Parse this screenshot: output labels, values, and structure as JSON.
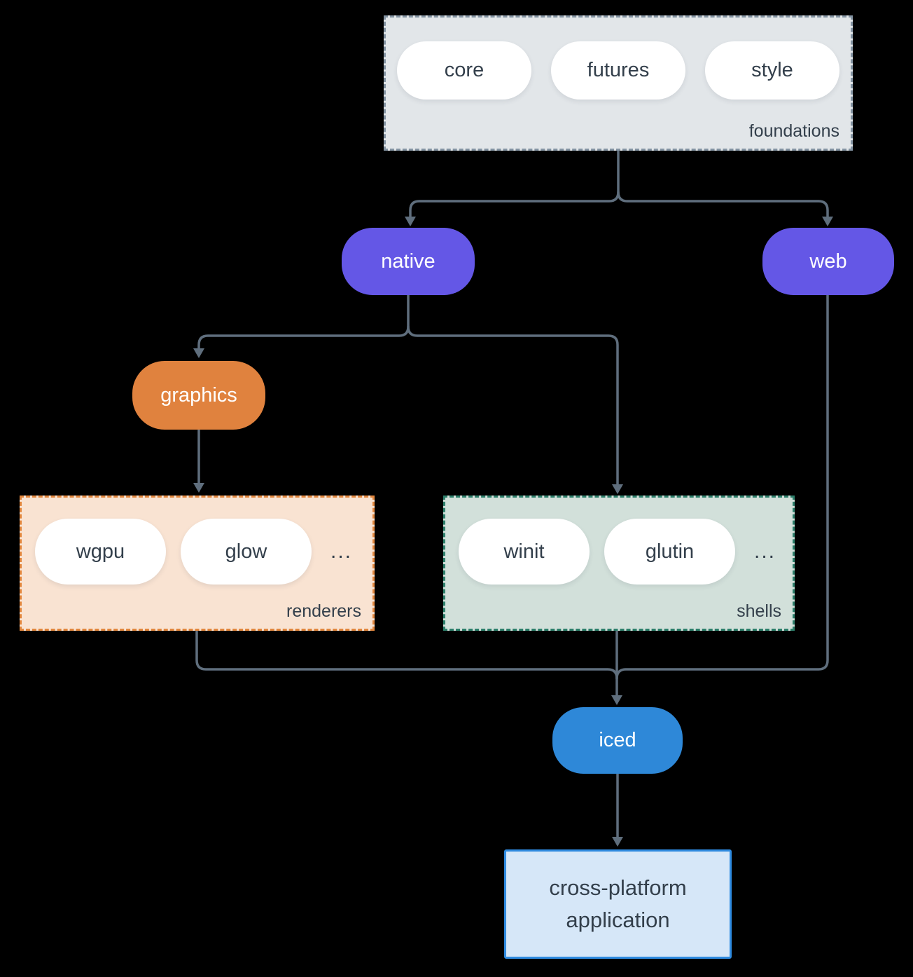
{
  "colors": {
    "bg": "#000000",
    "line": "#5f6e7d",
    "dark-text": "#333f4b",
    "foundations-bg": "#e2e6e9",
    "foundations-border": "#8494a3",
    "purple": "#6457e6",
    "orange": "#e0823e",
    "renderers-bg": "#f9e3d2",
    "renderers-border": "#e2873e",
    "shells-bg": "#d2e0da",
    "shells-border": "#2d7f6b",
    "blue": "#2e88d8",
    "app-bg": "#d6e7f8",
    "app-border": "#2f8be0",
    "pill-bg": "#ffffff"
  },
  "foundations": {
    "label": "foundations",
    "pills": [
      "core",
      "futures",
      "style"
    ]
  },
  "nodes": {
    "native": "native",
    "web": "web",
    "graphics": "graphics",
    "iced": "iced"
  },
  "renderers": {
    "label": "renderers",
    "pills": [
      "wgpu",
      "glow"
    ],
    "ellipsis": "..."
  },
  "shells": {
    "label": "shells",
    "pills": [
      "winit",
      "glutin"
    ],
    "ellipsis": "..."
  },
  "app": {
    "line1": "cross-platform",
    "line2": "application"
  }
}
